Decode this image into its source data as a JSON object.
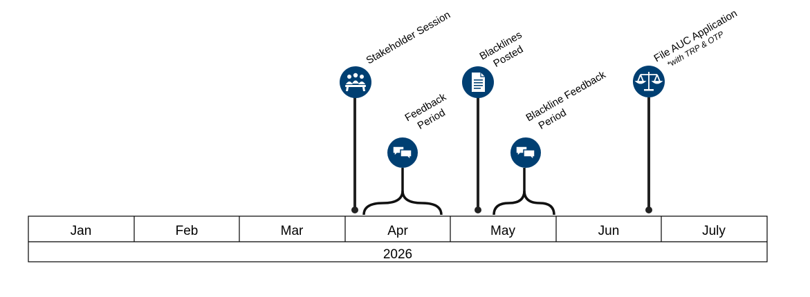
{
  "months": [
    "Jan",
    "Feb",
    "Mar",
    "Apr",
    "May",
    "Jun",
    "July"
  ],
  "year": "2026",
  "colors": {
    "icon_fill": "#003f72",
    "stem": "#222222",
    "border": "#000000"
  },
  "milestones": [
    {
      "id": "stakeholder-session",
      "label_lines": [
        "Stakeholder Session"
      ],
      "note": "",
      "icon": "people-meeting-icon",
      "kind": "point"
    },
    {
      "id": "feedback-period",
      "label_lines": [
        "Feedback",
        "Period"
      ],
      "note": "",
      "icon": "chat-bubbles-icon",
      "kind": "span"
    },
    {
      "id": "blacklines-posted",
      "label_lines": [
        "Blacklines",
        "Posted"
      ],
      "note": "",
      "icon": "document-icon",
      "kind": "point"
    },
    {
      "id": "blackline-feedback-period",
      "label_lines": [
        "Blackline Feedback",
        "Period"
      ],
      "note": "",
      "icon": "chat-bubbles-icon",
      "kind": "span"
    },
    {
      "id": "file-auc-application",
      "label_lines": [
        "File AUC Application"
      ],
      "note": "*with TRP & OTP",
      "icon": "scales-icon",
      "kind": "point"
    }
  ]
}
